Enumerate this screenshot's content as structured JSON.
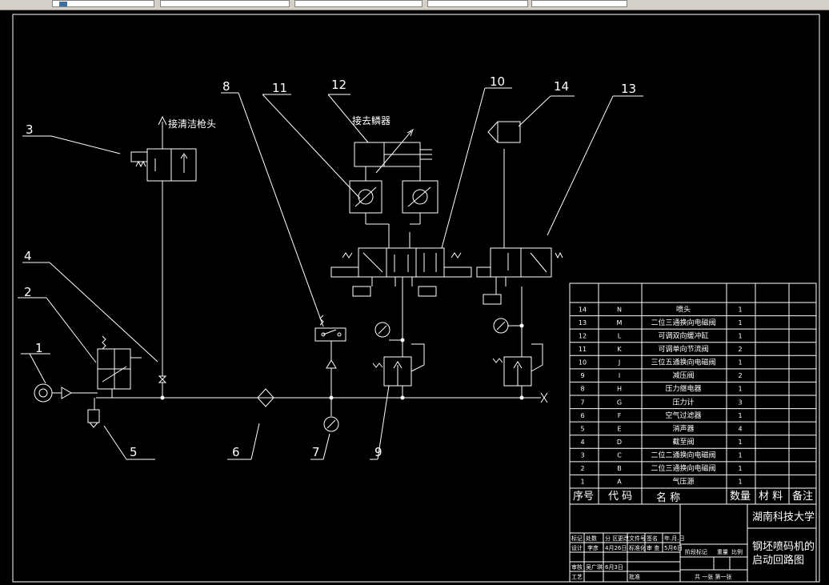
{
  "toolbar": {
    "cells": [
      "",
      "",
      "",
      "",
      ""
    ]
  },
  "callouts": [
    "1",
    "2",
    "3",
    "4",
    "5",
    "6",
    "7",
    "8",
    "9",
    "10",
    "11",
    "12",
    "13",
    "14"
  ],
  "annotations": {
    "clean_gun": "接清洁枪头",
    "to_marker": "接去鳞器"
  },
  "bom": {
    "rows": [
      {
        "no": "14",
        "code": "N",
        "name": "喷头",
        "qty": "1"
      },
      {
        "no": "13",
        "code": "M",
        "name": "二位三通换向电磁阀",
        "qty": "1"
      },
      {
        "no": "12",
        "code": "L",
        "name": "可调双向缓冲缸",
        "qty": "1"
      },
      {
        "no": "11",
        "code": "K",
        "name": "可调单向节流阀",
        "qty": "2"
      },
      {
        "no": "10",
        "code": "J",
        "name": "三位五通换向电磁阀",
        "qty": "1"
      },
      {
        "no": "9",
        "code": "I",
        "name": "减压阀",
        "qty": "2"
      },
      {
        "no": "8",
        "code": "H",
        "name": "压力继电器",
        "qty": "1"
      },
      {
        "no": "7",
        "code": "G",
        "name": "压力计",
        "qty": "3"
      },
      {
        "no": "6",
        "code": "F",
        "name": "空气过滤器",
        "qty": "1"
      },
      {
        "no": "5",
        "code": "E",
        "name": "消声器",
        "qty": "4"
      },
      {
        "no": "4",
        "code": "D",
        "name": "截至阀",
        "qty": "1"
      },
      {
        "no": "3",
        "code": "C",
        "name": "二位二通换向电磁阀",
        "qty": "1"
      },
      {
        "no": "2",
        "code": "B",
        "name": "二位三通换向电磁阀",
        "qty": "1"
      },
      {
        "no": "1",
        "code": "A",
        "name": "气压源",
        "qty": "1"
      }
    ],
    "headers": {
      "no": "序号",
      "code": "代 码",
      "name": "名 称",
      "qty": "数量",
      "material": "材 料",
      "remark": "备注"
    }
  },
  "title_block": {
    "school": "湖南科技大学",
    "drawing_title_1": "钢坯喷码机的",
    "drawing_title_2": "启动回路图",
    "row1": [
      "标记",
      "处数",
      "分 区",
      "更改文件号",
      "签名",
      "年.月.日"
    ],
    "row2": [
      "设计",
      "李彦",
      "4月26日",
      "标准化",
      "审 查",
      "5月6日"
    ],
    "stage_labels": [
      "阶段标记",
      "重量",
      "比例"
    ],
    "row4": [
      "审核",
      "吴广琪",
      "6月3日"
    ],
    "row5": [
      "工艺",
      "批准"
    ],
    "sheet": "共 一张  第一张"
  }
}
